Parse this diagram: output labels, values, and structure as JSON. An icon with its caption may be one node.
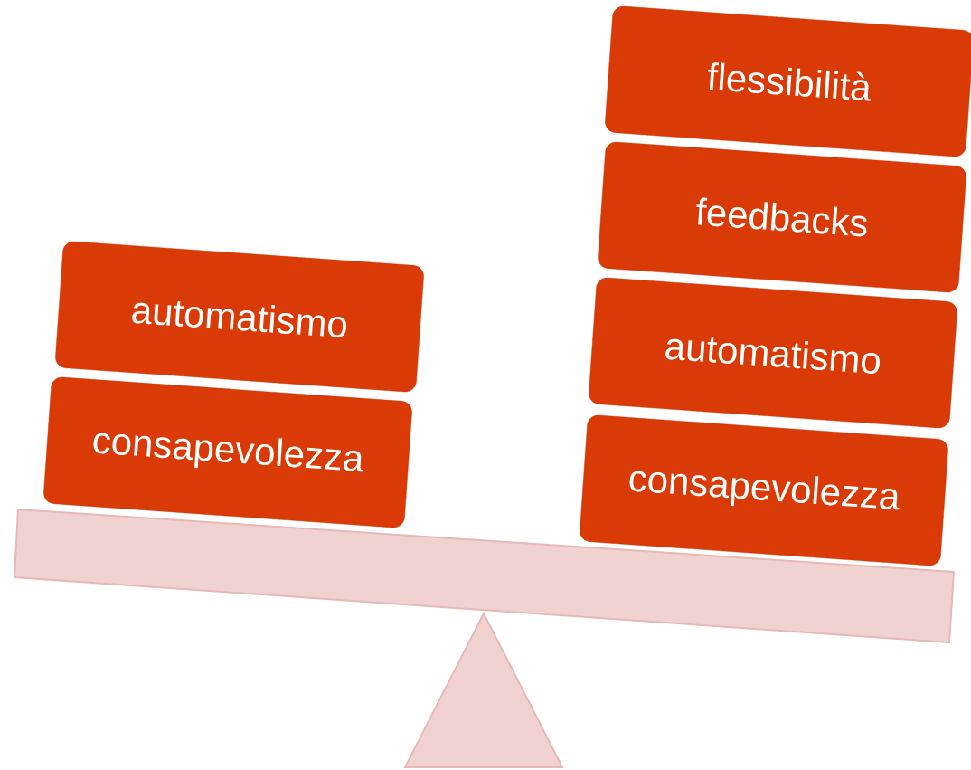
{
  "diagram": {
    "nodes": [
      {
        "text": [
          "automatismo"
        ]
      },
      {
        "text": [
          "consapevolezza"
        ]
      },
      {
        "text": [
          "flessibilità"
        ]
      },
      {
        "text": [
          "feedbacks"
        ]
      },
      {
        "text": [
          "automatismo"
        ]
      },
      {
        "text": [
          "consapevolezza"
        ]
      }
    ]
  }
}
